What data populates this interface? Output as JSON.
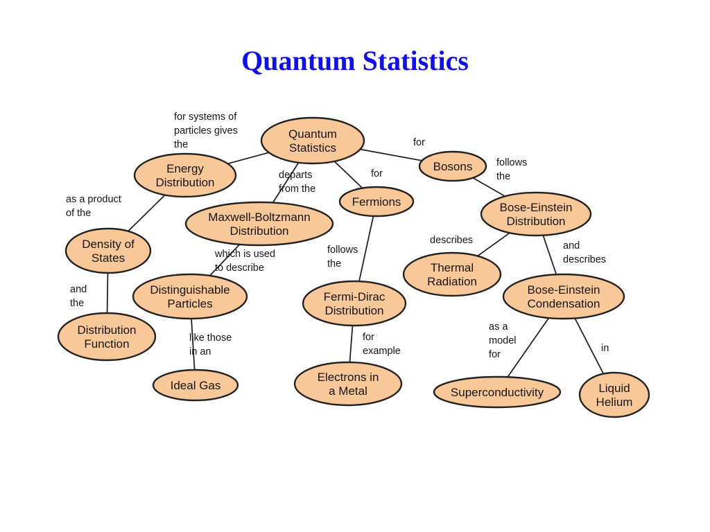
{
  "title": "Quantum Statistics",
  "nodes": [
    {
      "id": "quantum-statistics",
      "lines": [
        "Quantum",
        "Statistics"
      ]
    },
    {
      "id": "energy-distribution",
      "lines": [
        "Energy",
        "Distribution"
      ]
    },
    {
      "id": "bosons",
      "lines": [
        "Bosons"
      ]
    },
    {
      "id": "fermions",
      "lines": [
        "Fermions"
      ]
    },
    {
      "id": "maxwell-boltzmann-distribution",
      "lines": [
        "Maxwell-Boltzmann",
        "Distribution"
      ]
    },
    {
      "id": "density-of-states",
      "lines": [
        "Density of",
        "States"
      ]
    },
    {
      "id": "bose-einstein-distribution",
      "lines": [
        "Bose-Einstein",
        "Distribution"
      ]
    },
    {
      "id": "thermal-radiation",
      "lines": [
        "Thermal",
        "Radiation"
      ]
    },
    {
      "id": "distinguishable-particles",
      "lines": [
        "Distinguishable",
        "Particles"
      ]
    },
    {
      "id": "fermi-dirac-distribution",
      "lines": [
        "Fermi-Dirac",
        "Distribution"
      ]
    },
    {
      "id": "bose-einstein-condensation",
      "lines": [
        "Bose-Einstein",
        "Condensation"
      ]
    },
    {
      "id": "distribution-function",
      "lines": [
        "Distribution",
        "Function"
      ]
    },
    {
      "id": "ideal-gas",
      "lines": [
        "Ideal Gas"
      ]
    },
    {
      "id": "electrons-in-a-metal",
      "lines": [
        "Electrons in",
        "a Metal"
      ]
    },
    {
      "id": "superconductivity",
      "lines": [
        "Superconductivity"
      ]
    },
    {
      "id": "liquid-helium",
      "lines": [
        "Liquid",
        "Helium"
      ]
    }
  ],
  "edges": [
    {
      "from": "energy-distribution",
      "to": "quantum-statistics",
      "label": [
        "for systems of",
        "particles gives",
        "the"
      ]
    },
    {
      "from": "quantum-statistics",
      "to": "maxwell-boltzmann-distribution",
      "label": [
        "departs",
        "from the"
      ]
    },
    {
      "from": "quantum-statistics",
      "to": "fermions",
      "label": [
        "for"
      ]
    },
    {
      "from": "quantum-statistics",
      "to": "bosons",
      "label": [
        "for"
      ]
    },
    {
      "from": "bosons",
      "to": "bose-einstein-distribution",
      "label": [
        "follows",
        "the"
      ]
    },
    {
      "from": "energy-distribution",
      "to": "density-of-states",
      "label": [
        "as a product",
        "of the"
      ]
    },
    {
      "from": "density-of-states",
      "to": "distribution-function",
      "label": [
        "and",
        "the"
      ]
    },
    {
      "from": "maxwell-boltzmann-distribution",
      "to": "distinguishable-particles",
      "label": [
        "which is used",
        "to describe"
      ]
    },
    {
      "from": "distinguishable-particles",
      "to": "ideal-gas",
      "label": [
        "like those",
        "in an"
      ]
    },
    {
      "from": "fermions",
      "to": "fermi-dirac-distribution",
      "label": [
        "follows",
        "the"
      ]
    },
    {
      "from": "fermi-dirac-distribution",
      "to": "electrons-in-a-metal",
      "label": [
        "for",
        "example"
      ]
    },
    {
      "from": "bose-einstein-distribution",
      "to": "thermal-radiation",
      "label": [
        "describes"
      ]
    },
    {
      "from": "bose-einstein-distribution",
      "to": "bose-einstein-condensation",
      "label": [
        "and",
        "describes"
      ]
    },
    {
      "from": "bose-einstein-condensation",
      "to": "superconductivity",
      "label": [
        "as a",
        "model",
        "for"
      ]
    },
    {
      "from": "bose-einstein-condensation",
      "to": "liquid-helium",
      "label": [
        "in"
      ]
    }
  ],
  "colors": {
    "title": "#1010ee",
    "node_fill": "#f8c899",
    "node_stroke": "#222222",
    "text": "#151515"
  }
}
